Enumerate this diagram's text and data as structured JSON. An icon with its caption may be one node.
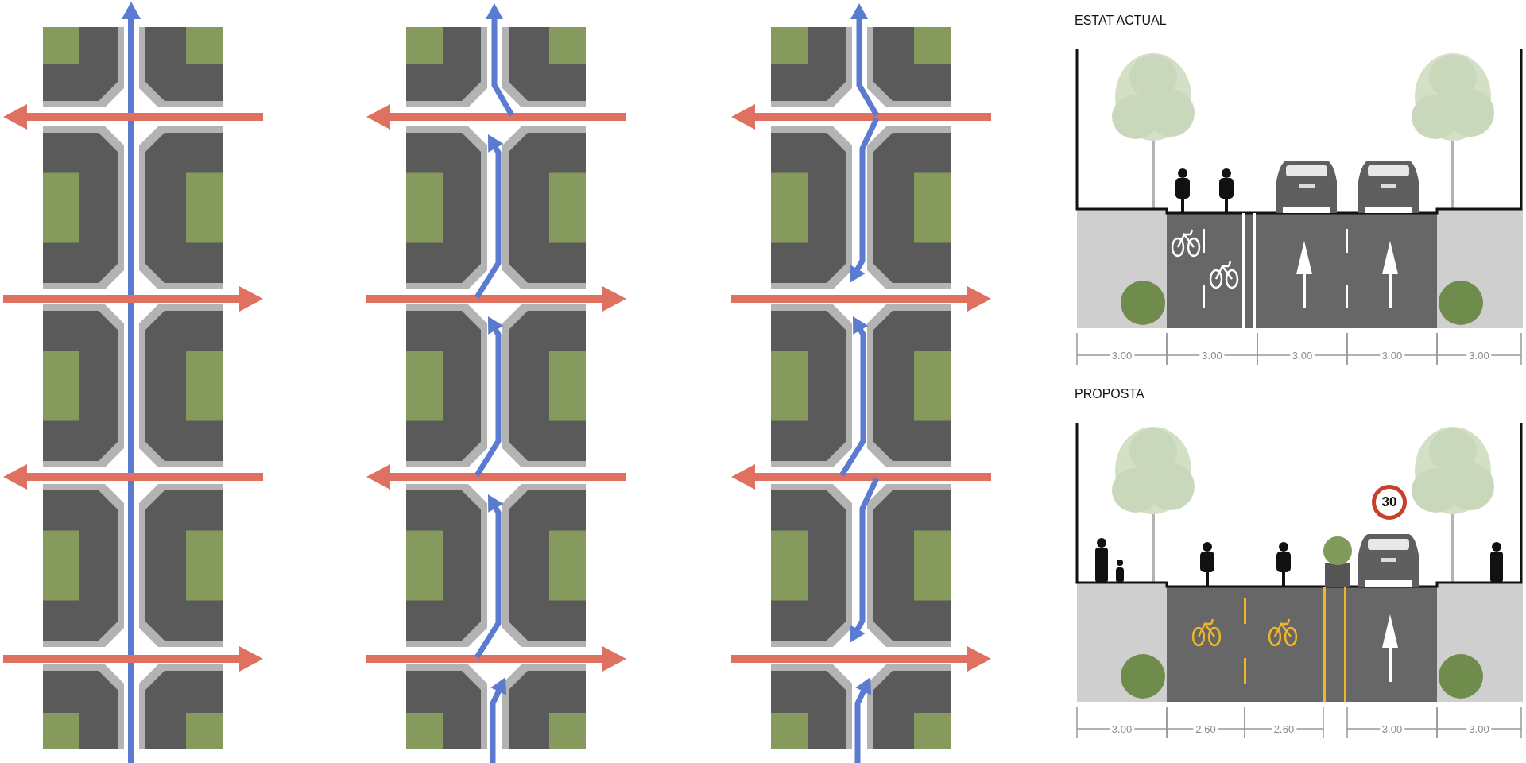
{
  "diagram": {
    "labels": [
      "ESTAT ACTUAL",
      "3.00",
      "3.00",
      "3.00",
      "3.00",
      "3.00",
      "PROPOSTA",
      "30",
      "3.00",
      "2.60",
      "2.60",
      "3.00",
      "3.00"
    ]
  }
}
